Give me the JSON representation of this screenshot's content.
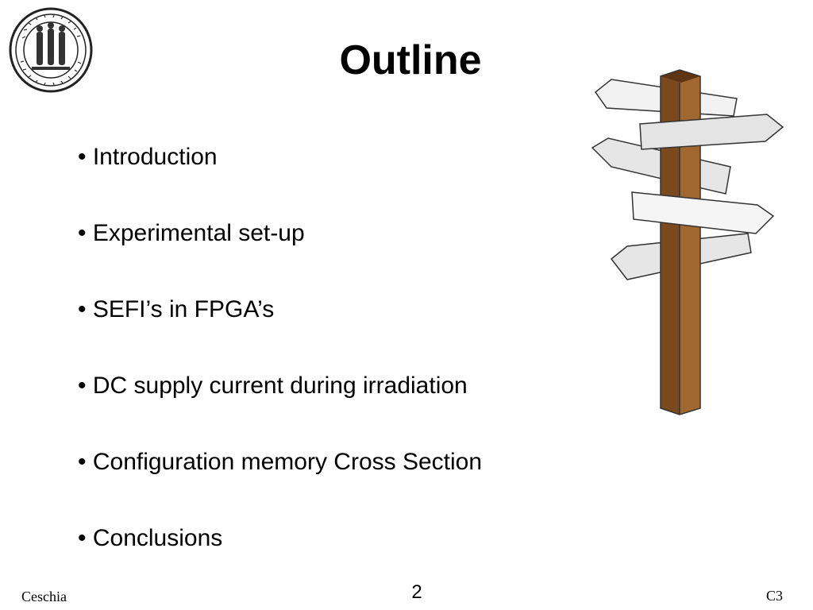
{
  "slide": {
    "title": "Outline",
    "bullets": [
      "• Introduction",
      "• Experimental set-up",
      "• SEFI’s in FPGA’s",
      "• DC supply current during irradiation",
      "• Configuration memory Cross Section",
      "• Conclusions"
    ]
  },
  "footer": {
    "author": "Ceschia",
    "page_number": "2",
    "code": "C3"
  },
  "graphics": {
    "seal_icon": "university-seal",
    "signpost_icon": "signpost",
    "post_color": "#7a4a1e",
    "sign_fill": "#f0f0f0"
  }
}
